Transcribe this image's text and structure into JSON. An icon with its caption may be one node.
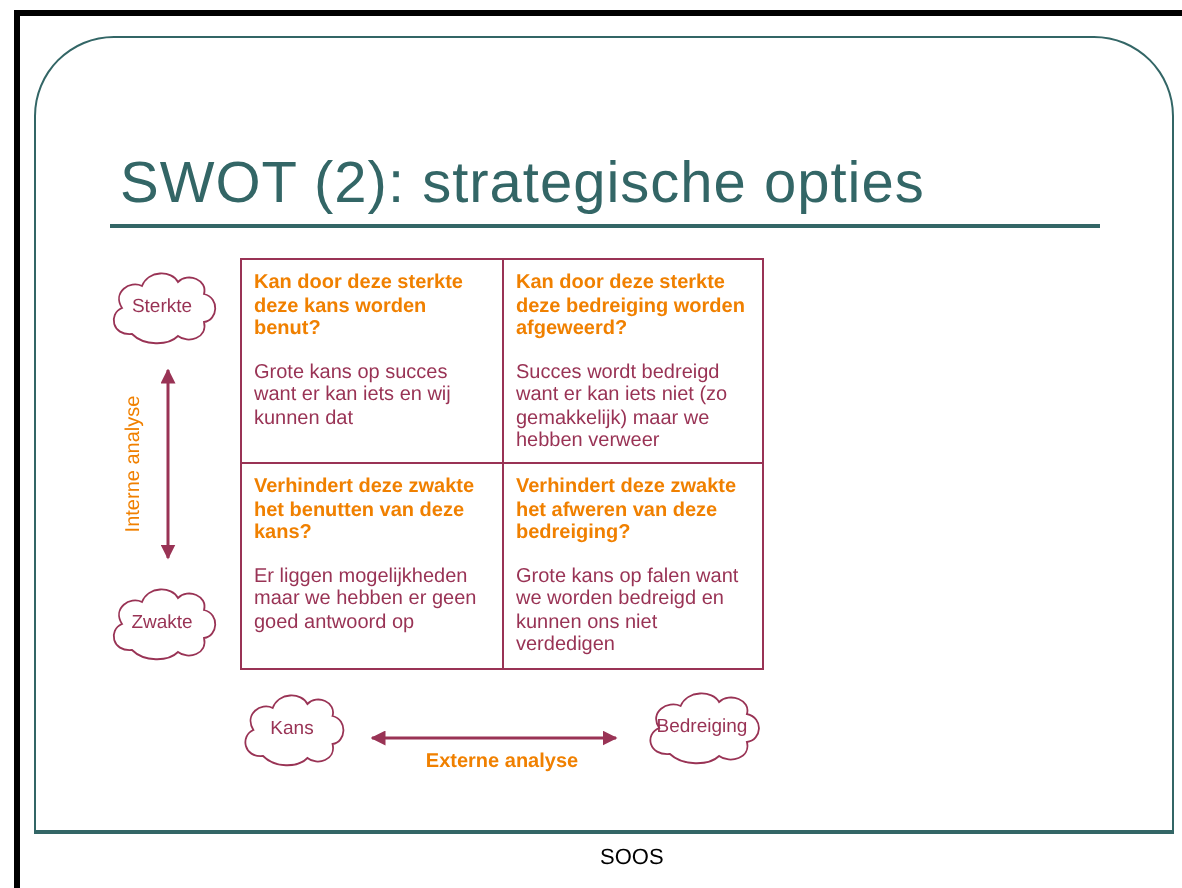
{
  "diagram": {
    "title": "SWOT (2): strategische opties",
    "nodes": [
      {
        "text": [
          "Sterkte"
        ]
      },
      {
        "text": [
          "Zwakte"
        ]
      },
      {
        "text": [
          "Kans"
        ]
      },
      {
        "text": [
          "Bedreiging"
        ]
      },
      {
        "text": [
          "Kan door deze sterkte deze kans worden benut?",
          "Grote kans op succes want er kan iets en wij kunnen dat"
        ]
      },
      {
        "text": [
          "Kan door deze sterkte deze bedreiging worden afgeweerd?",
          "Succes wordt bedreigd want er kan iets niet (zo gemakkelijk) maar we hebben verweer"
        ]
      },
      {
        "text": [
          "Verhindert deze zwakte het benutten van deze kans?",
          "Er liggen mogelijkheden maar we hebben er geen goed antwoord op"
        ]
      },
      {
        "text": [
          "Verhindert deze zwakte het afweren van deze bedreiging?",
          "Grote kans op falen want we worden bedreigd en kunnen ons niet verdedigen"
        ]
      }
    ],
    "edges": [
      {
        "from": 0,
        "to": 1,
        "arrow": "both",
        "label": "Interne analyse"
      },
      {
        "from": 2,
        "to": 3,
        "arrow": "both",
        "label": "Externe analyse"
      }
    ],
    "labels": [
      "SOOS"
    ]
  }
}
